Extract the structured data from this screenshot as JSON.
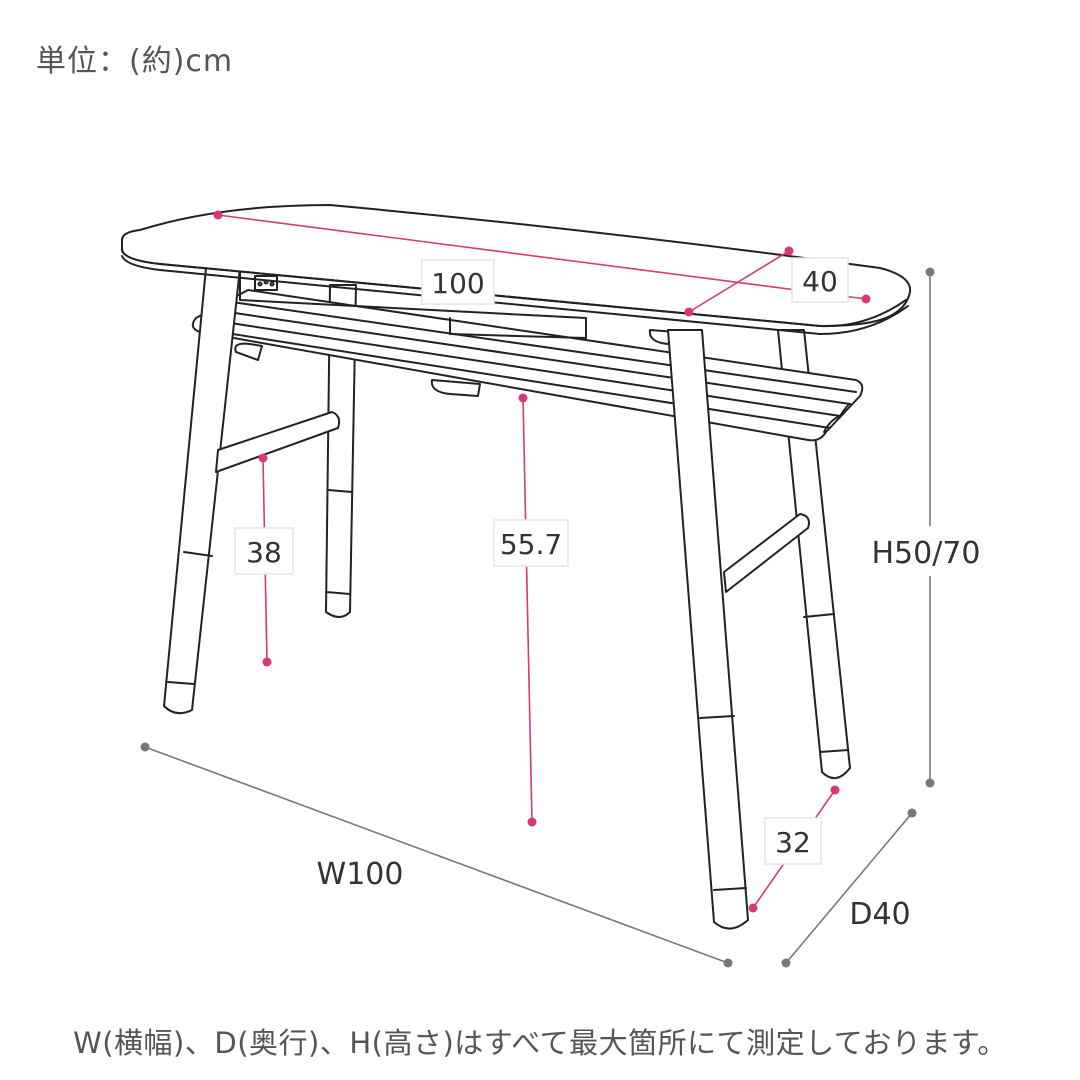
{
  "header": {
    "unit_label": "単位：(約)cm"
  },
  "footer": {
    "note": "W(横幅)、D(奥行)、H(高さ)はすべて最大箇所にて測定しております。"
  },
  "colors": {
    "accent_pink": "#d6397a",
    "outline": "#222222",
    "overall_dim_line": "#777777",
    "text": "#555555"
  },
  "diagram": {
    "subject": "bench / side table with slatted shelf, four legs",
    "inner_dimensions": {
      "top_length": "100",
      "top_depth": "40",
      "shelf_height": "55.7",
      "crossbar_height": "38",
      "leg_span_depth": "32"
    },
    "overall_dimensions": {
      "width": "W100",
      "depth": "D40",
      "height": "H50/70"
    }
  }
}
